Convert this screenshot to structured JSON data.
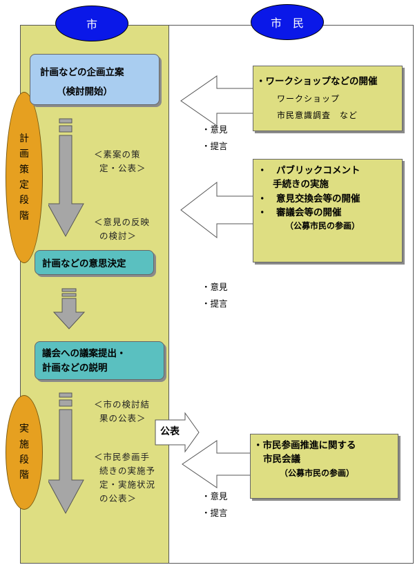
{
  "headers": {
    "city": "市",
    "citizen": "市　民"
  },
  "phases": {
    "planning": [
      "計",
      "画",
      "策",
      "定",
      "段",
      "階"
    ],
    "implementation": [
      "実",
      "施",
      "段",
      "階"
    ]
  },
  "city_flow": {
    "plan_box": {
      "line1": "計画などの企画立案",
      "line2": "（検討開始）"
    },
    "note_draft": {
      "line1": "＜素案の策",
      "line2": "定・公表＞"
    },
    "note_review": {
      "line1": "＜意見の反映",
      "line2": "の検討＞"
    },
    "decision_box": "計画などの意思決定",
    "council_box": {
      "line1": "議会への議案提出・",
      "line2": "計画などの説明"
    },
    "note_result": {
      "line1": "＜市の検討結",
      "line2": "果の公表＞"
    },
    "note_status": {
      "line1": "＜市民参画手",
      "line2": "続きの実施予",
      "line3": "定・実施状況",
      "line4": "の公表＞"
    }
  },
  "publish_arrow_label": "公表",
  "citizen_boxes": {
    "workshop": {
      "title": "・ワークショップなどの開催",
      "sub1": "ワークショップ",
      "sub2": "市民意識調査　など"
    },
    "comment": {
      "item1a": "・　パブリックコメント",
      "item1b": "手続きの実施",
      "item2": "・　意見交換会等の開催",
      "item3": "・　審議会等の開催",
      "note": "（公募市民の参画）"
    },
    "council": {
      "line1": "・市民参画推進に関する",
      "line2": "市民会議",
      "note": "（公募市民の参画）"
    }
  },
  "opinions": {
    "first": [
      "・意見",
      "・提言"
    ],
    "second": [
      "・意見",
      "・提言"
    ],
    "third": [
      "・意見",
      "・提言"
    ]
  }
}
